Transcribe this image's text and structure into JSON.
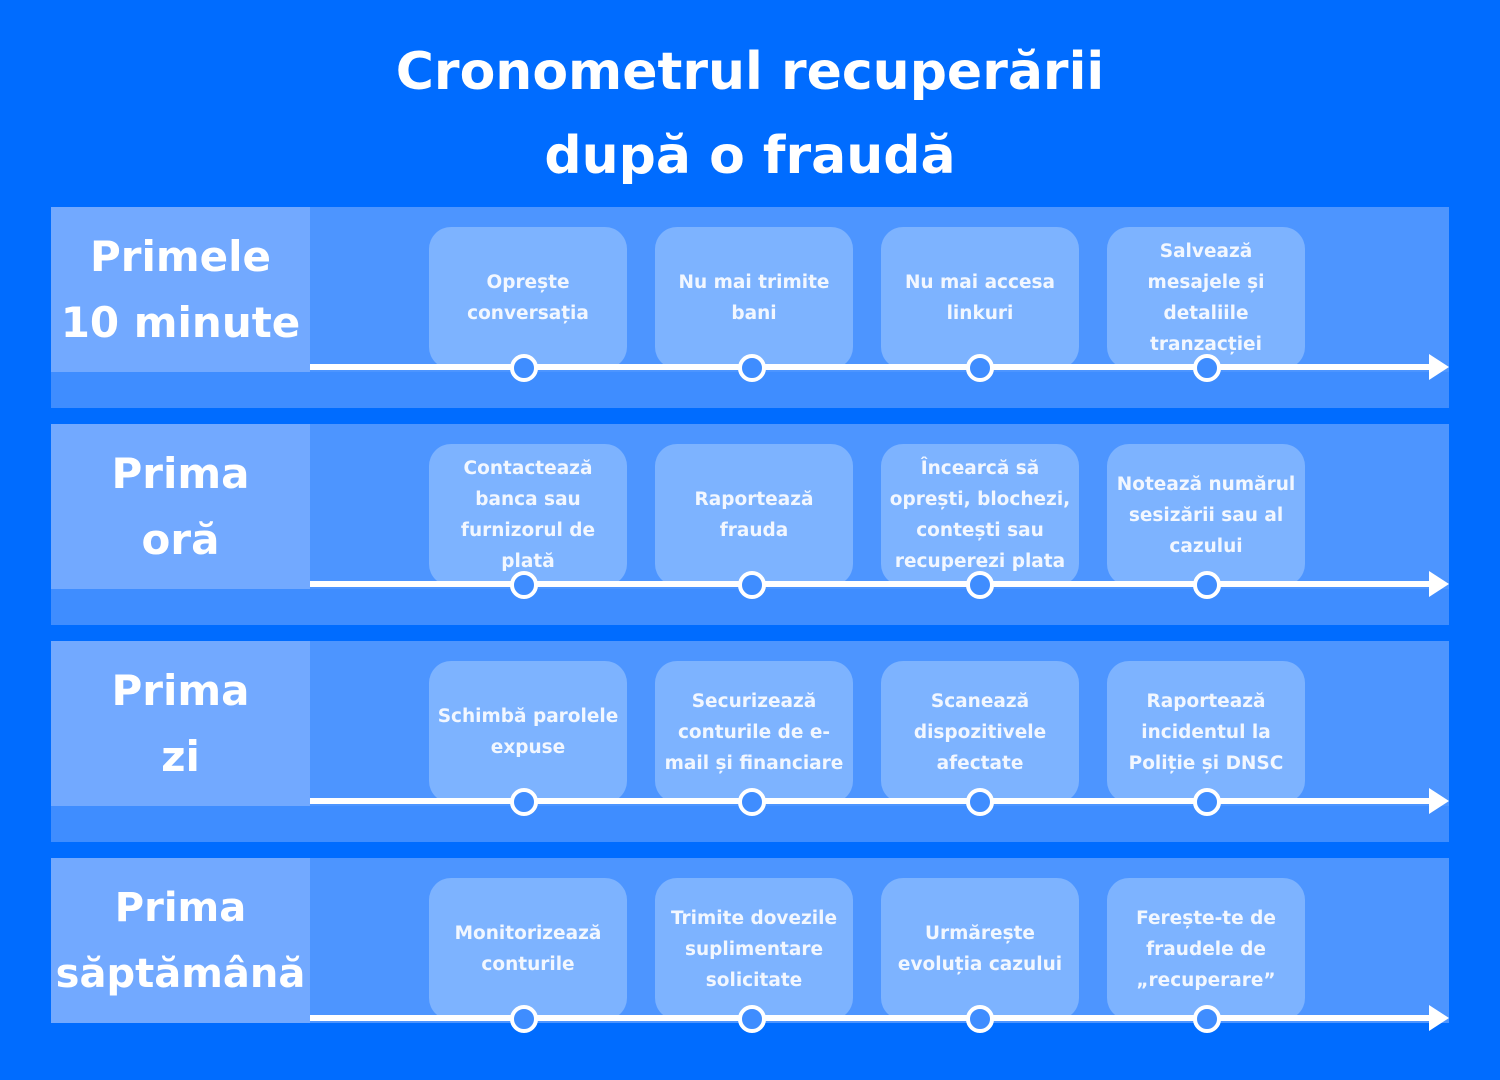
{
  "title": {
    "line1": "Cronometrul recuperării",
    "line2": "după o fraudă"
  },
  "rows": [
    {
      "label": [
        "Primele",
        "10 minute"
      ],
      "steps": [
        "Oprește conversația",
        "Nu mai trimite bani",
        "Nu mai accesa linkuri",
        "Salvează mesajele și detaliile tranzacției"
      ]
    },
    {
      "label": [
        "Prima",
        "oră"
      ],
      "steps": [
        "Contactează banca sau furnizorul de plată",
        "Raportează frauda",
        "Încearcă să oprești, blochezi, contești sau recuperezi plata",
        "Notează numărul sesizării sau al cazului"
      ]
    },
    {
      "label": [
        "Prima",
        "zi"
      ],
      "steps": [
        "Schimbă parolele expuse",
        "Securizează conturile de e-mail și financiare",
        "Scanează dispozitivele afectate",
        "Raportează incidentul la Poliție și DNSC"
      ]
    },
    {
      "label": [
        "Prima",
        "săptămână"
      ],
      "steps": [
        "Monitorizează conturile",
        "Trimite dovezile suplimentare solicitate",
        "Urmărește evoluția cazului",
        "Ferește-te de fraudele de „recuperare”"
      ]
    }
  ],
  "colors": {
    "background": "#006cff",
    "row_band": "#4d95ff",
    "label_box": "#72a9ff",
    "step_card": "#7db3ff",
    "timeline": "#ffffff"
  }
}
